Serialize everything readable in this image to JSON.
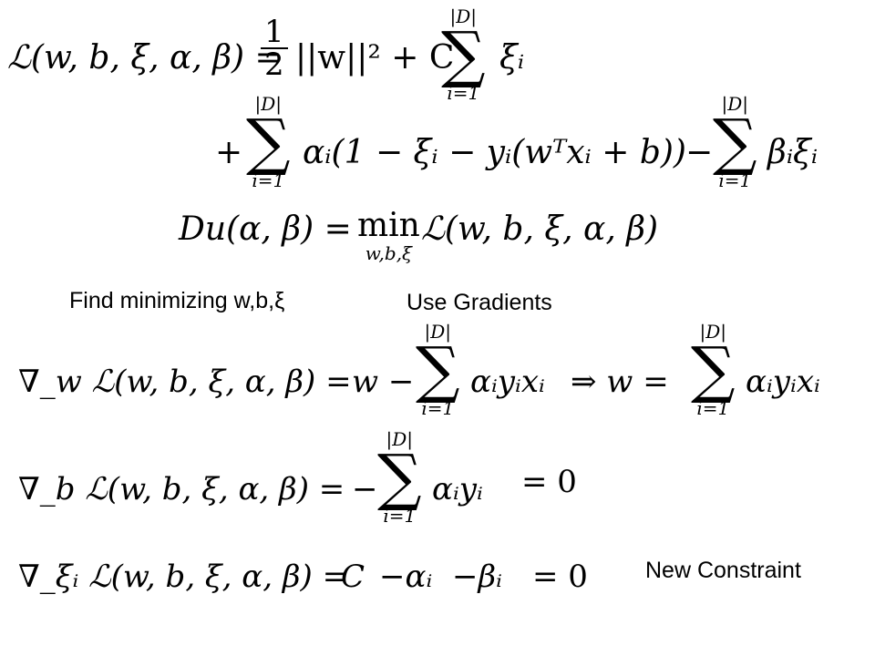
{
  "labels": {
    "find_minimizing": "Find minimizing w,b,ξ",
    "use_gradients": "Use Gradients",
    "new_constraint": "New Constraint"
  },
  "equations": {
    "lagrangian_lhs": "ℒ(w, b, ξ, α, β) =",
    "half_num": "1",
    "half_den": "2",
    "norm_term": "||w||² + C",
    "sum_upper": "|D|",
    "sum_lower": "i=1",
    "xi_i": "ξᵢ",
    "line2_plus": "+",
    "line2_body": "αᵢ(1 − ξᵢ − yᵢ(wᵀxᵢ + b))",
    "line2_minus": "−",
    "line2_tail": "βᵢξᵢ",
    "dual_lhs": "Du(α, β) =",
    "min_label": "min",
    "min_sub": "w,b,ξ",
    "dual_rhs": "ℒ(w, b, ξ, α, β)",
    "grad_w_lhs": "∇_w ℒ(w, b, ξ, α, β) =",
    "grad_w_w": "w −",
    "grad_w_sum_body": "αᵢyᵢxᵢ",
    "grad_w_implies": "⇒ w =",
    "grad_w_sum2_body": "αᵢyᵢxᵢ",
    "grad_b_lhs": "∇_b ℒ(w, b, ξ, α, β) =",
    "grad_b_minus": "−",
    "grad_b_body": "αᵢyᵢ",
    "eq_zero": "= 0",
    "grad_xi_lhs": "∇_ξᵢ ℒ(w, b, ξ, α, β) =",
    "grad_xi_rhs_c": "C",
    "grad_xi_rhs_alpha": "−αᵢ",
    "grad_xi_rhs_beta": "−βᵢ"
  }
}
